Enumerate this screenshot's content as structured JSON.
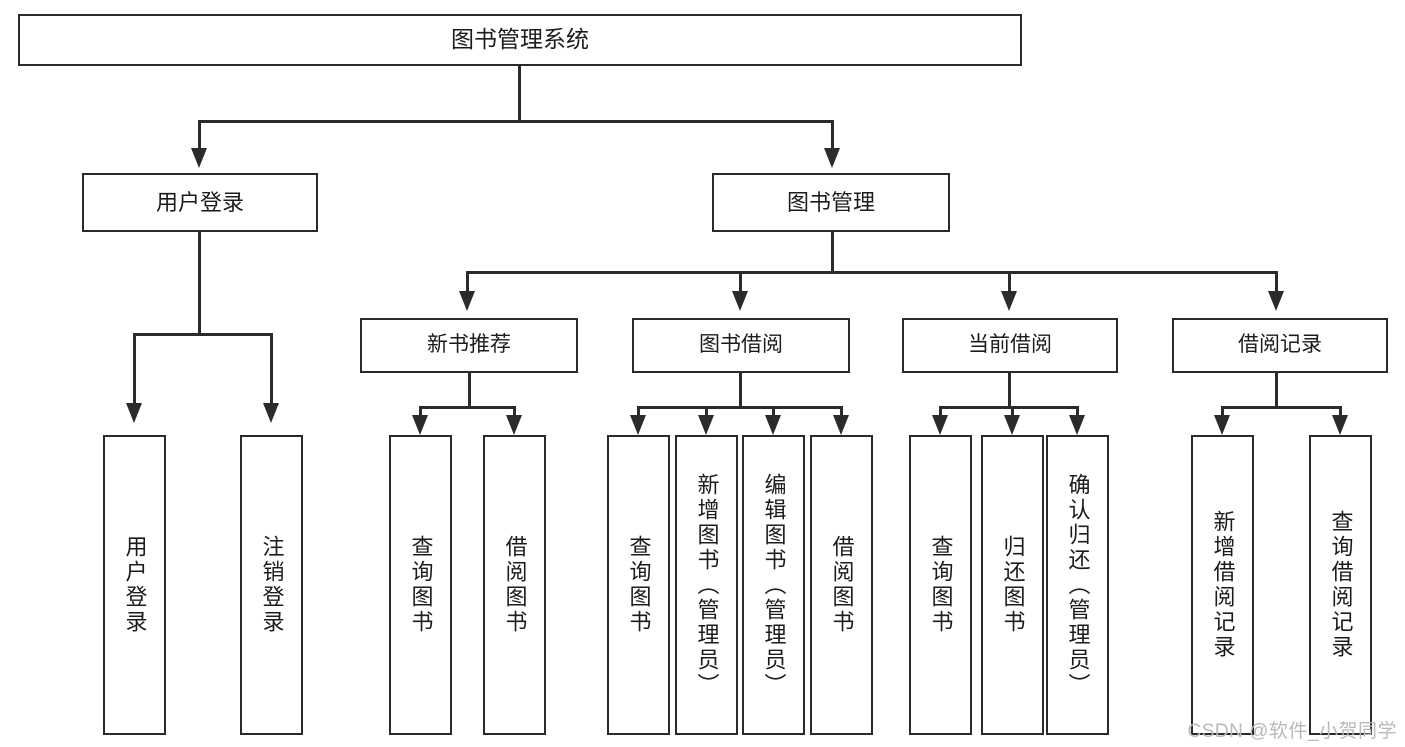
{
  "diagram": {
    "title": "图书管理系统",
    "type": "tree-hierarchy",
    "watermark": "CSDN @软件_小贺同学",
    "colors": {
      "stroke": "#2b2b2b",
      "fill": "#ffffff",
      "text": "#1c1c1c",
      "watermark": "#b9b9b9"
    }
  },
  "root": {
    "label": "图书管理系统"
  },
  "level2": [
    {
      "label": "用户登录"
    },
    {
      "label": "图书管理"
    }
  ],
  "level3": [
    {
      "label": "新书推荐"
    },
    {
      "label": "图书借阅"
    },
    {
      "label": "当前借阅"
    },
    {
      "label": "借阅记录"
    }
  ],
  "leaves": {
    "user_login": [
      {
        "label": "用户登录"
      },
      {
        "label": "注销登录"
      }
    ],
    "new_book_recommend": [
      {
        "label": "查询图书"
      },
      {
        "label": "借阅图书"
      }
    ],
    "book_borrow": [
      {
        "label": "查询图书"
      },
      {
        "label": "新增图书（管理员）"
      },
      {
        "label": "编辑图书（管理员）"
      },
      {
        "label": "借阅图书"
      }
    ],
    "current_borrow": [
      {
        "label": "查询图书"
      },
      {
        "label": "归还图书"
      },
      {
        "label": "确认归还（管理员）"
      }
    ],
    "borrow_record": [
      {
        "label": "新增借阅记录"
      },
      {
        "label": "查询借阅记录"
      }
    ]
  }
}
